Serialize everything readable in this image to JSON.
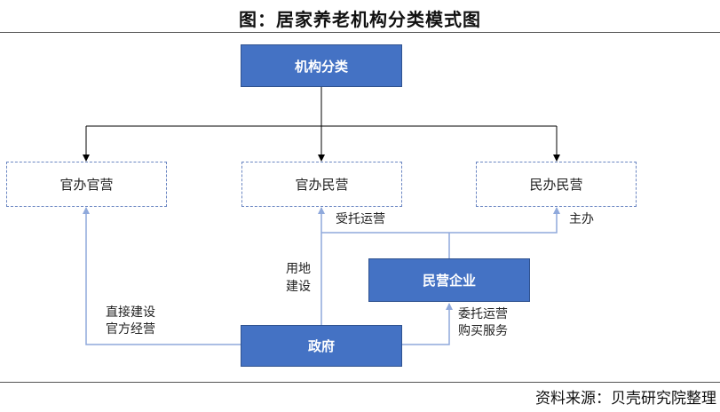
{
  "title": "图：居家养老机构分类模式图",
  "source": "资料来源：贝壳研究院整理",
  "nodes": {
    "root": "机构分类",
    "gov_built_gov_run": "官办官营",
    "gov_built_private_run": "官办民营",
    "private_built_private_run": "民办民营",
    "private_enterprise": "民营企业",
    "government": "政府"
  },
  "edge_labels": {
    "direct_build_line1": "直接建设",
    "direct_build_line2": "官方经营",
    "land_build_line1": "用地",
    "land_build_line2": "建设",
    "entrusted_operation": "受托运营",
    "sponsor": "主办",
    "commission_line1": "委托运营",
    "commission_line2": "购买服务"
  },
  "colors": {
    "box_fill": "#4472C4",
    "box_border": "#2F528F",
    "dashed_border": "#6b86c2",
    "blue_arrow": "#8fa9dc",
    "black_arrow": "#000000"
  }
}
